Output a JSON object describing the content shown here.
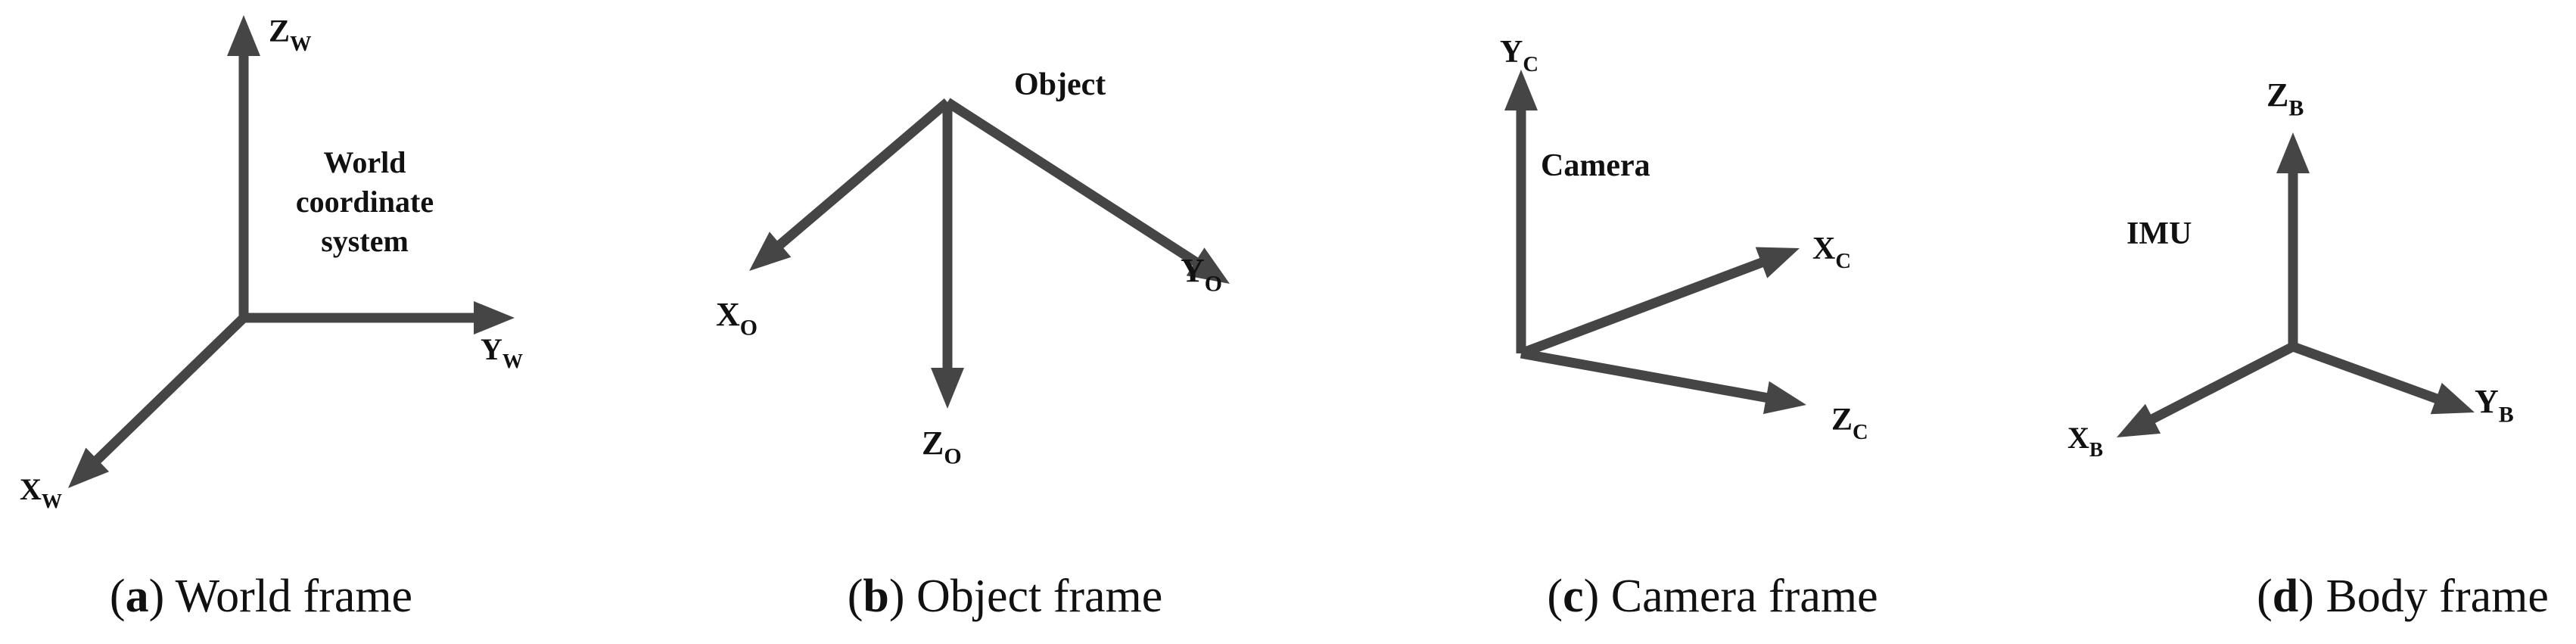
{
  "colors": {
    "axis": "#454545",
    "text": "#111111"
  },
  "panels": [
    {
      "id": "a",
      "frame_label": "World\ncoordinate\nsystem",
      "axes": [
        {
          "base": "Z",
          "sub": "W"
        },
        {
          "base": "Y",
          "sub": "W"
        },
        {
          "base": "X",
          "sub": "W"
        }
      ],
      "caption": {
        "letter": "a",
        "text": " World frame"
      }
    },
    {
      "id": "b",
      "frame_label": "Object",
      "axes": [
        {
          "base": "X",
          "sub": "O"
        },
        {
          "base": "Z",
          "sub": "O"
        },
        {
          "base": "Y",
          "sub": "O"
        }
      ],
      "caption": {
        "letter": "b",
        "text": " Object frame"
      }
    },
    {
      "id": "c",
      "frame_label": "Camera",
      "axes": [
        {
          "base": "Y",
          "sub": "C"
        },
        {
          "base": "X",
          "sub": "C"
        },
        {
          "base": "Z",
          "sub": "C"
        }
      ],
      "caption": {
        "letter": "c",
        "text": " Camera frame"
      }
    },
    {
      "id": "d",
      "frame_label": "IMU",
      "axes": [
        {
          "base": "Z",
          "sub": "B"
        },
        {
          "base": "X",
          "sub": "B"
        },
        {
          "base": "Y",
          "sub": "B"
        }
      ],
      "caption": {
        "letter": "d",
        "text": " Body frame"
      }
    }
  ]
}
